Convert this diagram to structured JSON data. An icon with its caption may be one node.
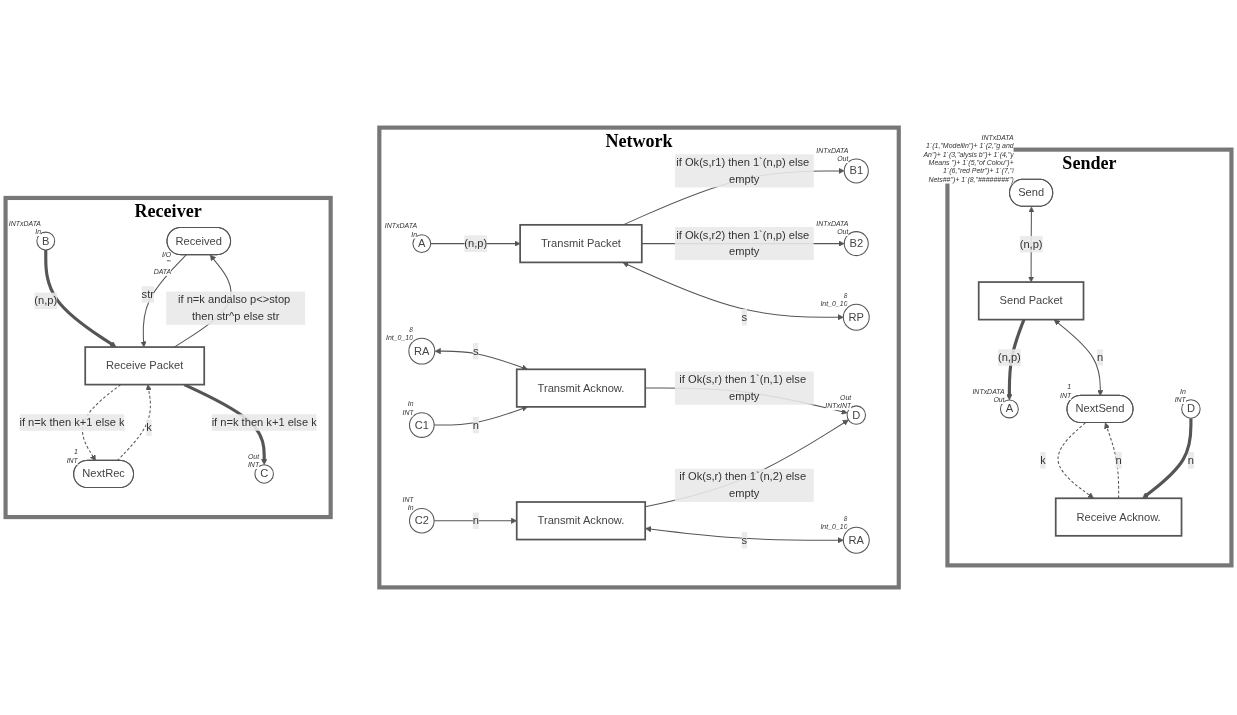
{
  "diagram": {
    "nodes": [
      {
        "text": [
          "Sender"
        ]
      },
      {
        "text": [
          "Send"
        ],
        "in": 0,
        "beside": [
          "INTxDATA",
          "1`(1,\"Modellin\")+ 1`(2,\"g and An\")+ 1`(3,\"alysis b\")+ 1`(4,\"y Means \")+ 1`(5,\"of Colou\")+ 1`(6,\"red Petr\")+ 1`(7,\"i Nets##\")+ 1`(8,\"########\")"
        ]
      },
      {
        "text": [
          "Send Packet"
        ],
        "in": 0
      },
      {
        "text": [
          "A"
        ],
        "in": 0,
        "beside": [
          "INTxDATA",
          "Out"
        ]
      },
      {
        "text": [
          "NextSend"
        ],
        "in": 0,
        "beside": [
          "1",
          "INT"
        ]
      },
      {
        "text": [
          "Receive Acknow."
        ],
        "in": 0
      },
      {
        "text": [
          "D"
        ],
        "in": 0,
        "beside": [
          "In",
          "INT"
        ]
      },
      {
        "text": [
          "Network"
        ]
      },
      {
        "text": [
          "A"
        ],
        "in": 7,
        "beside": [
          "INTxDATA",
          "In"
        ]
      },
      {
        "text": [
          "Transmit Packet"
        ],
        "in": 7
      },
      {
        "text": [
          "B1"
        ],
        "in": 7,
        "beside": [
          "INTxDATA",
          "Out"
        ]
      },
      {
        "text": [
          "B2"
        ],
        "in": 7,
        "beside": [
          "INTxDATA",
          "Out"
        ]
      },
      {
        "text": [
          "RP"
        ],
        "in": 7,
        "beside": [
          "8",
          "Int_0_10"
        ]
      },
      {
        "text": [
          "RA"
        ],
        "in": 7,
        "beside": [
          "8",
          "Int_0_10"
        ]
      },
      {
        "text": [
          "Transmit Acknow."
        ],
        "in": 7
      },
      {
        "text": [
          "C1"
        ],
        "in": 7,
        "beside": [
          "In",
          "INT"
        ]
      },
      {
        "text": [
          "D"
        ],
        "in": 7,
        "beside": [
          "Out",
          "INTxINT"
        ]
      },
      {
        "text": [
          "Transmit Acknow."
        ],
        "in": 7
      },
      {
        "text": [
          "C2"
        ],
        "in": 7,
        "beside": [
          "INT",
          "In"
        ]
      },
      {
        "text": [
          "RA"
        ],
        "in": 7,
        "beside": [
          "8",
          "Int_0_10"
        ]
      },
      {
        "text": [
          "Receiver"
        ]
      },
      {
        "text": [
          "Received"
        ],
        "in": 20,
        "beside": [
          "I/O",
          "\"\"",
          "DATA"
        ]
      },
      {
        "text": [
          "B"
        ],
        "in": 20,
        "beside": [
          "INTxDATA",
          "In"
        ]
      },
      {
        "text": [
          "NextRec"
        ],
        "in": 20,
        "beside": [
          "1",
          "INT"
        ]
      },
      {
        "text": [
          "Receive Packet"
        ],
        "in": 20
      },
      {
        "text": [
          "C"
        ],
        "in": 20,
        "beside": [
          "Out",
          "INT"
        ]
      }
    ],
    "edges": [
      {
        "from": 1,
        "to": 2,
        "arrow": "both",
        "label": "(n,p)"
      },
      {
        "from": 2,
        "to": 3,
        "arrow": "to",
        "label": "(n,p)",
        "style": "thick"
      },
      {
        "from": 2,
        "to": 4,
        "arrow": "both",
        "label": "n"
      },
      {
        "from": 4,
        "to": 5,
        "arrow": "to",
        "label": "k",
        "style": "dashed"
      },
      {
        "from": 5,
        "to": 4,
        "arrow": "to",
        "label": "n",
        "style": "dashed"
      },
      {
        "from": 6,
        "to": 5,
        "arrow": "to",
        "label": "n",
        "style": "thick"
      },
      {
        "from": 8,
        "to": 9,
        "arrow": "to",
        "label": "(n,p)"
      },
      {
        "from": 9,
        "to": 10,
        "arrow": "to",
        "label": "if Ok(s,r1) then 1`(n,p) else empty"
      },
      {
        "from": 9,
        "to": 11,
        "arrow": "to",
        "label": "if Ok(s,r2) then 1`(n,p) else empty"
      },
      {
        "from": 9,
        "to": 12,
        "arrow": "both",
        "label": "s"
      },
      {
        "from": 13,
        "to": 14,
        "arrow": "both",
        "label": "s"
      },
      {
        "from": 15,
        "to": 14,
        "arrow": "to",
        "label": "n"
      },
      {
        "from": 14,
        "to": 16,
        "arrow": "to",
        "label": "if Ok(s,r) then 1`(n,1) else empty"
      },
      {
        "from": 18,
        "to": 17,
        "arrow": "to",
        "label": "n"
      },
      {
        "from": 17,
        "to": 16,
        "arrow": "to",
        "label": "if Ok(s,r) then 1`(n,2) else empty"
      },
      {
        "from": 17,
        "to": 19,
        "arrow": "both",
        "label": "s"
      },
      {
        "from": 22,
        "to": 24,
        "arrow": "to",
        "label": "(n,p)",
        "style": "thick"
      },
      {
        "from": 21,
        "to": 24,
        "arrow": "to",
        "label": "str"
      },
      {
        "from": 24,
        "to": 21,
        "arrow": "to",
        "label": "if n=k andalso p<>stop then str^p else str"
      },
      {
        "from": 23,
        "to": 24,
        "arrow": "to",
        "label": "k",
        "style": "dashed"
      },
      {
        "from": 24,
        "to": 23,
        "arrow": "to",
        "label": "if n=k then k+1 else k",
        "style": "dashed"
      },
      {
        "from": 24,
        "to": 25,
        "arrow": "to",
        "label": "if n=k then k+1 else k",
        "style": "thick"
      }
    ]
  }
}
